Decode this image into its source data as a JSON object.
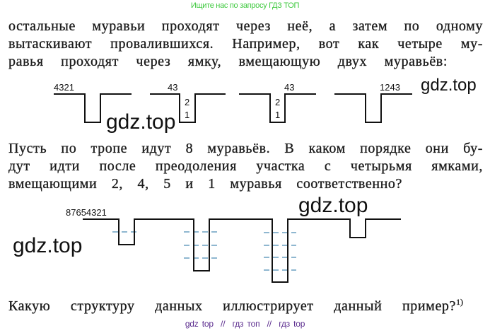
{
  "header": {
    "watermark_text": "Ищите нас по запросу ГДЗ ТОП",
    "color": "#3dc93d"
  },
  "paragraph1": {
    "lines": [
      "остальные муравьи проходят через неё, а затем по одному",
      "вытаскивают провалившихся. Например, вот как четыре му-",
      "равья проходят через ямку, вмещающую двух муравьёв:"
    ]
  },
  "diagram1": {
    "stages": [
      {
        "top_label": "4321",
        "pit_labels": []
      },
      {
        "top_label": "43",
        "pit_labels": [
          "2",
          "1"
        ]
      },
      {
        "top_label": "43",
        "pit_labels": [
          "2",
          "1"
        ]
      },
      {
        "top_label": "1243",
        "pit_labels": []
      }
    ],
    "pit_capacity": 2
  },
  "paragraph2": {
    "lines": [
      "Пусть по тропе идут 8 муравьёв. В каком порядке они бу-",
      "дут идти после преодоления участка с четырьмя ямками,",
      "вмещающими 2, 4, 5 и 1 муравья соответственно?"
    ]
  },
  "diagram2": {
    "start_label": "87654321",
    "pit_capacities": [
      2,
      4,
      5,
      1
    ],
    "dash_color": "#6a9fc0"
  },
  "question": {
    "text": "Какую структуру данных иллюстрирует данный пример?",
    "footnote_mark": "1)"
  },
  "watermarks": {
    "w1": "gdz.top",
    "w2": "gdz.top",
    "w3": "gdz.top",
    "w4": "gdz.top"
  },
  "footer": {
    "text": "gdz top  //  гдз топ  //  гдз top",
    "color": "#5b2c8e"
  }
}
